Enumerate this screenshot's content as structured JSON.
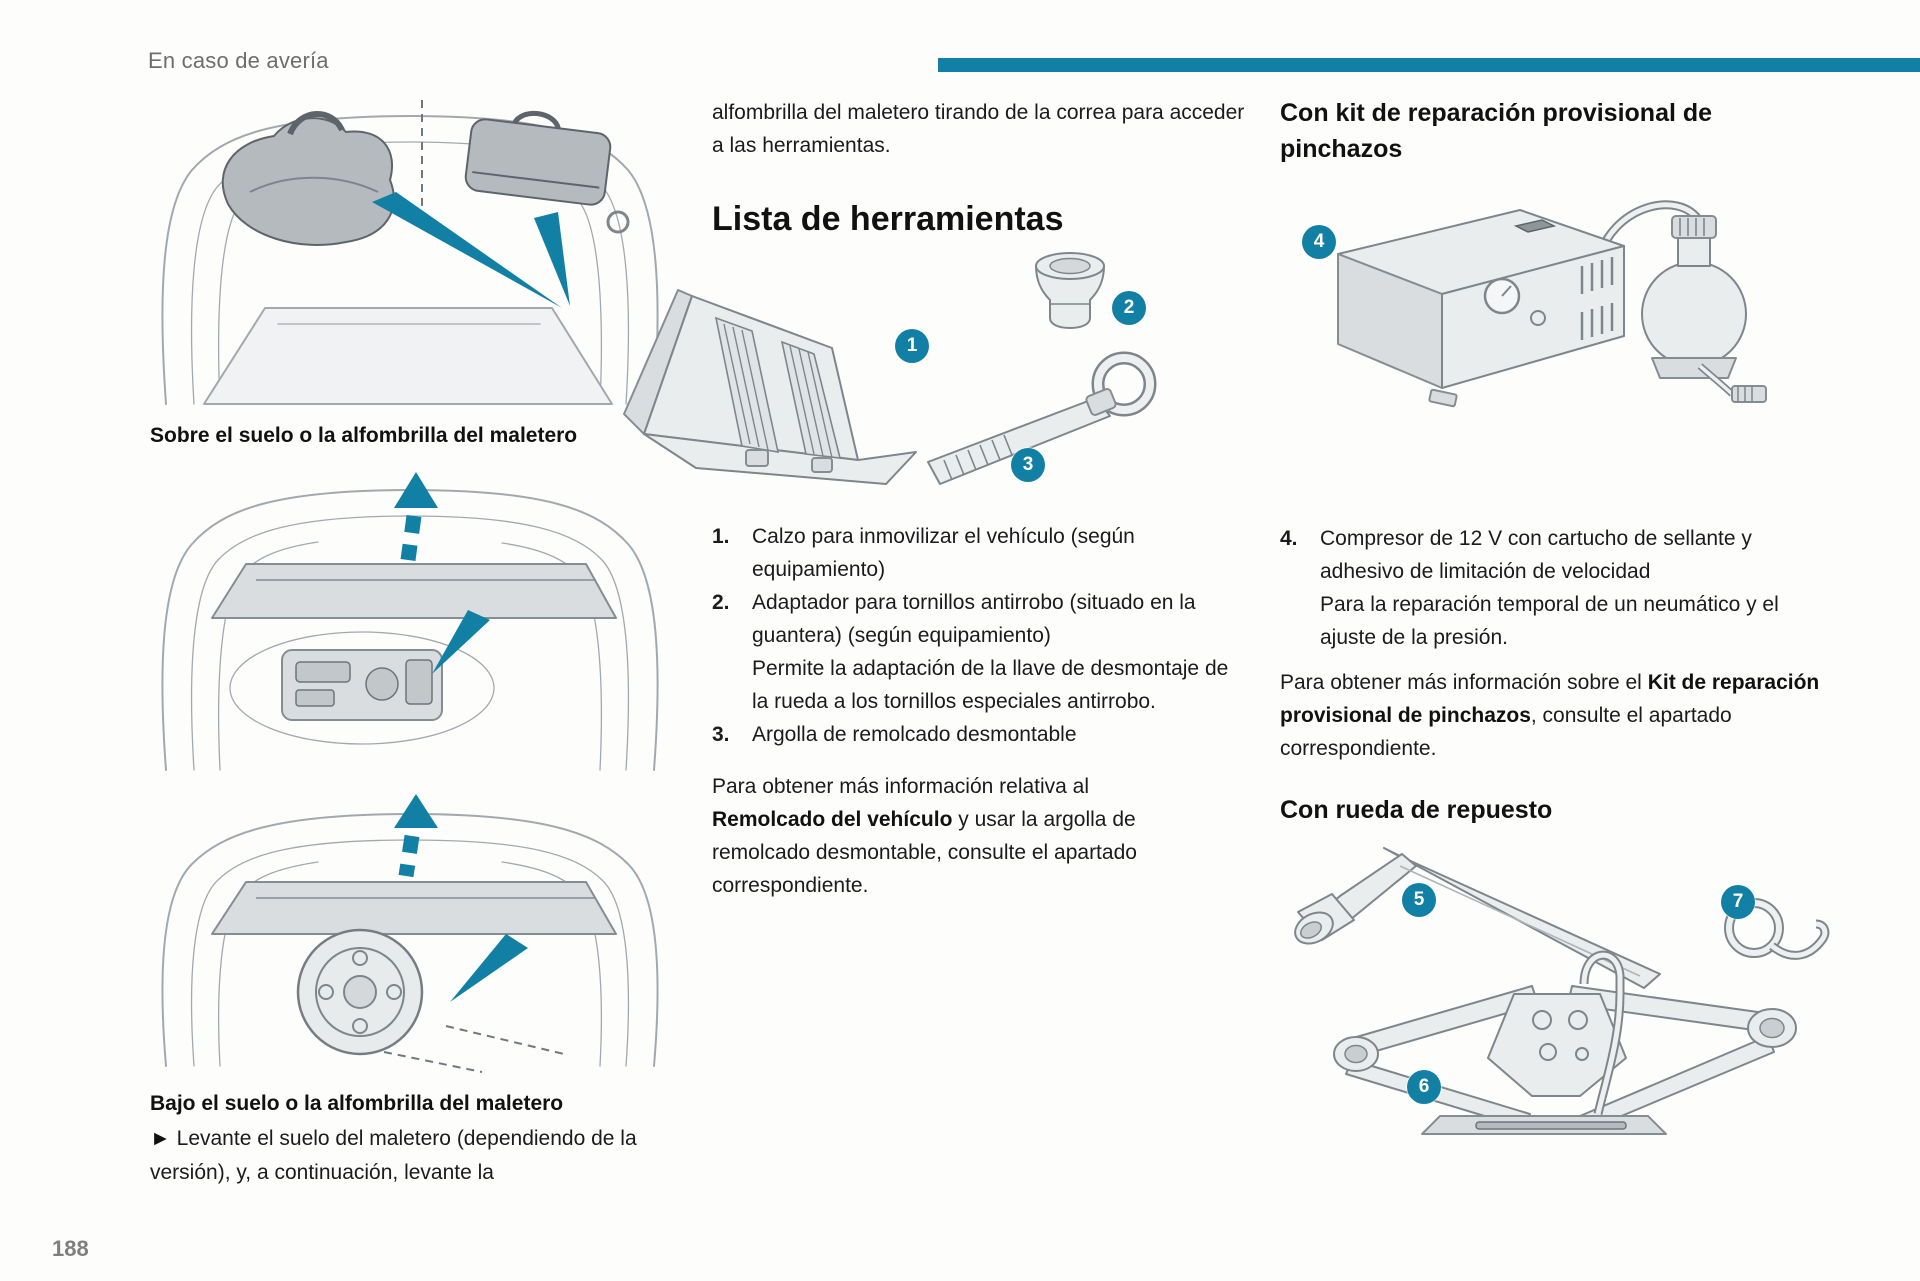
{
  "page": {
    "header": "En caso de avería",
    "page_number": "188"
  },
  "colors": {
    "accent": "#1280A4",
    "header_text": "#6D6D6D",
    "body_text": "#1B1B1D",
    "line_art": "#7E868C"
  },
  "left_column": {
    "caption_top": "Sobre el suelo o la alfombrilla del maletero",
    "caption_bottom": "Bajo el suelo o la alfombrilla del maletero",
    "arrow_bullet": "►",
    "instruction": "Levante el suelo del maletero (dependiendo de la versión), y, a continuación, levante la"
  },
  "middle_column": {
    "intro": "alfombrilla del maletero tirando de la correa para acceder a las herramientas.",
    "heading": "Lista de herramientas",
    "tool_list": [
      {
        "num": "1.",
        "line1": "Calzo para inmovilizar el vehículo (según equipamiento)",
        "line2": ""
      },
      {
        "num": "2.",
        "line1": "Adaptador para tornillos antirrobo (situado en la guantera) (según equipamiento)",
        "line2": "Permite la adaptación de la llave de desmontaje de la rueda a los tornillos especiales antirrobo."
      },
      {
        "num": "3.",
        "line1": "Argolla de remolcado desmontable",
        "line2": ""
      }
    ],
    "note_pre": "Para obtener más información relativa al ",
    "note_bold": "Remolcado del vehículo",
    "note_post": " y usar la argolla de remolcado desmontable, consulte el apartado correspondiente."
  },
  "right_column": {
    "heading_kit": "Con kit de reparación provisional de pinchazos",
    "item4": {
      "num": "4.",
      "line1": "Compresor de 12 V con cartucho de sellante y adhesivo de limitación de velocidad",
      "line2": "Para la reparación temporal de un neumático y el ajuste de la presión."
    },
    "note_pre": "Para obtener más información sobre el ",
    "note_bold": "Kit de reparación provisional de pinchazos",
    "note_post": ", consulte el apartado correspondiente.",
    "heading_wheel": "Con rueda de repuesto"
  },
  "badges": {
    "b1": "1",
    "b2": "2",
    "b3": "3",
    "b4": "4",
    "b5": "5",
    "b6": "6",
    "b7": "7"
  }
}
